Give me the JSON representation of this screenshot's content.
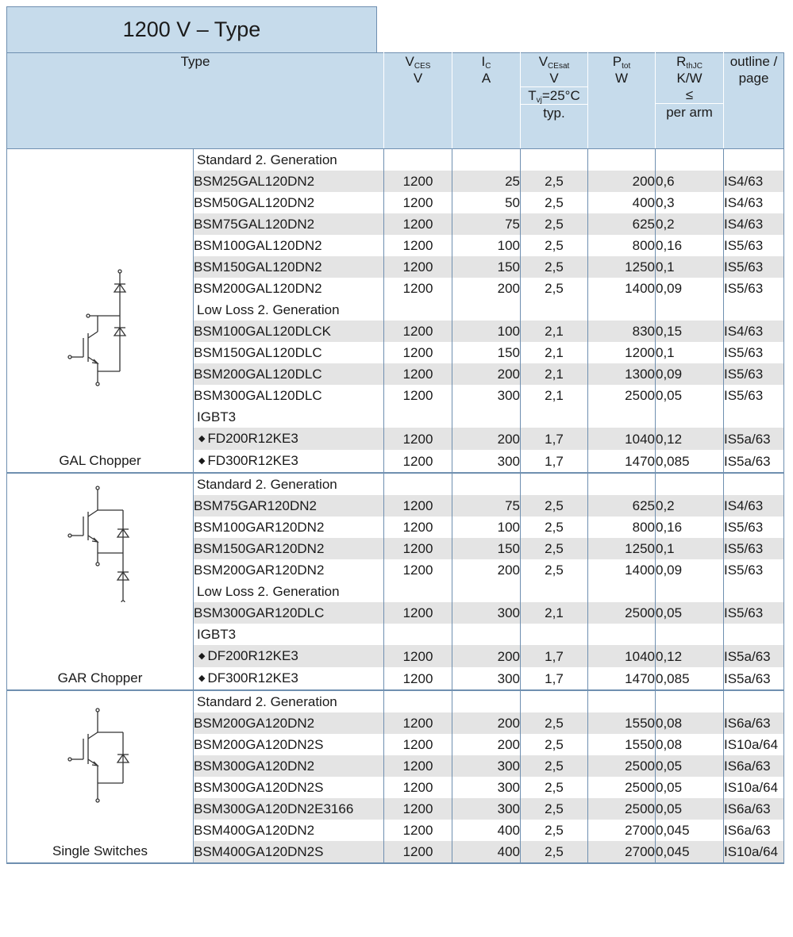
{
  "title": "1200 V – Type",
  "header": {
    "type": "Type",
    "vces": {
      "sym": "V",
      "sub": "CES",
      "unit": "V"
    },
    "ic": {
      "sym": "I",
      "sub": "C",
      "unit": "A"
    },
    "vcesat": {
      "sym": "V",
      "sub": "CEsat",
      "unit": "V",
      "cond_sym": "T",
      "cond_sub": "vj",
      "cond_val": "=25°C",
      "note": "typ."
    },
    "ptot": {
      "sym": "P",
      "sub": "tot",
      "unit": "W"
    },
    "rthjc": {
      "sym": "R",
      "sub": "thJC",
      "unit": "K/W",
      "le": "≤",
      "note": "per arm"
    },
    "outline": "outline /",
    "page": "page"
  },
  "groups": [
    {
      "label": "GAL Chopper",
      "icon": "gal-chopper-symbol-icon",
      "rows": [
        {
          "sub": "Standard 2. Generation"
        },
        {
          "name": "BSM25GAL120DN2",
          "v": "1200",
          "i": "25",
          "vc": "2,5",
          "p": "200",
          "r": "0,6",
          "o": "IS4/63"
        },
        {
          "name": "BSM50GAL120DN2",
          "v": "1200",
          "i": "50",
          "vc": "2,5",
          "p": "400",
          "r": "0,3",
          "o": "IS4/63"
        },
        {
          "name": "BSM75GAL120DN2",
          "v": "1200",
          "i": "75",
          "vc": "2,5",
          "p": "625",
          "r": "0,2",
          "o": "IS4/63"
        },
        {
          "name": "BSM100GAL120DN2",
          "v": "1200",
          "i": "100",
          "vc": "2,5",
          "p": "800",
          "r": "0,16",
          "o": "IS5/63"
        },
        {
          "name": "BSM150GAL120DN2",
          "v": "1200",
          "i": "150",
          "vc": "2,5",
          "p": "1250",
          "r": "0,1",
          "o": "IS5/63"
        },
        {
          "name": "BSM200GAL120DN2",
          "v": "1200",
          "i": "200",
          "vc": "2,5",
          "p": "1400",
          "r": "0,09",
          "o": "IS5/63"
        },
        {
          "sub": "Low Loss 2. Generation"
        },
        {
          "name": "BSM100GAL120DLCK",
          "v": "1200",
          "i": "100",
          "vc": "2,1",
          "p": "830",
          "r": "0,15",
          "o": "IS4/63"
        },
        {
          "name": "BSM150GAL120DLC",
          "v": "1200",
          "i": "150",
          "vc": "2,1",
          "p": "1200",
          "r": "0,1",
          "o": "IS5/63"
        },
        {
          "name": "BSM200GAL120DLC",
          "v": "1200",
          "i": "200",
          "vc": "2,1",
          "p": "1300",
          "r": "0,09",
          "o": "IS5/63"
        },
        {
          "name": "BSM300GAL120DLC",
          "v": "1200",
          "i": "300",
          "vc": "2,1",
          "p": "2500",
          "r": "0,05",
          "o": "IS5/63"
        },
        {
          "sub": "IGBT3"
        },
        {
          "name": "FD200R12KE3",
          "diamond": "◆",
          "v": "1200",
          "i": "200",
          "vc": "1,7",
          "p": "1040",
          "r": "0,12",
          "o": "IS5a/63"
        },
        {
          "name": "FD300R12KE3",
          "diamond": "◆",
          "v": "1200",
          "i": "300",
          "vc": "1,7",
          "p": "1470",
          "r": "0,085",
          "o": "IS5a/63"
        }
      ]
    },
    {
      "label": "GAR Chopper",
      "icon": "gar-chopper-symbol-icon",
      "rows": [
        {
          "sub": "Standard 2. Generation"
        },
        {
          "name": "BSM75GAR120DN2",
          "v": "1200",
          "i": "75",
          "vc": "2,5",
          "p": "625",
          "r": "0,2",
          "o": "IS4/63"
        },
        {
          "name": "BSM100GAR120DN2",
          "v": "1200",
          "i": "100",
          "vc": "2,5",
          "p": "800",
          "r": "0,16",
          "o": "IS5/63"
        },
        {
          "name": "BSM150GAR120DN2",
          "v": "1200",
          "i": "150",
          "vc": "2,5",
          "p": "1250",
          "r": "0,1",
          "o": "IS5/63"
        },
        {
          "name": "BSM200GAR120DN2",
          "v": "1200",
          "i": "200",
          "vc": "2,5",
          "p": "1400",
          "r": "0,09",
          "o": "IS5/63"
        },
        {
          "sub": "Low Loss 2. Generation"
        },
        {
          "name": "BSM300GAR120DLC",
          "v": "1200",
          "i": "300",
          "vc": "2,1",
          "p": "2500",
          "r": "0,05",
          "o": "IS5/63"
        },
        {
          "sub": "IGBT3"
        },
        {
          "name": "DF200R12KE3",
          "diamond": "◆",
          "v": "1200",
          "i": "200",
          "vc": "1,7",
          "p": "1040",
          "r": "0,12",
          "o": "IS5a/63"
        },
        {
          "name": "DF300R12KE3",
          "diamond": "◆",
          "v": "1200",
          "i": "300",
          "vc": "1,7",
          "p": "1470",
          "r": "0,085",
          "o": "IS5a/63"
        }
      ]
    },
    {
      "label": "Single Switches",
      "icon": "single-switch-symbol-icon",
      "rows": [
        {
          "sub": "Standard 2. Generation"
        },
        {
          "name": "BSM200GA120DN2",
          "v": "1200",
          "i": "200",
          "vc": "2,5",
          "p": "1550",
          "r": "0,08",
          "o": "IS6a/63"
        },
        {
          "name": "BSM200GA120DN2S",
          "v": "1200",
          "i": "200",
          "vc": "2,5",
          "p": "1550",
          "r": "0,08",
          "o": "IS10a/64"
        },
        {
          "name": "BSM300GA120DN2",
          "v": "1200",
          "i": "300",
          "vc": "2,5",
          "p": "2500",
          "r": "0,05",
          "o": "IS6a/63"
        },
        {
          "name": "BSM300GA120DN2S",
          "v": "1200",
          "i": "300",
          "vc": "2,5",
          "p": "2500",
          "r": "0,05",
          "o": "IS10a/64"
        },
        {
          "name": "BSM300GA120DN2E3166",
          "v": "1200",
          "i": "300",
          "vc": "2,5",
          "p": "2500",
          "r": "0,05",
          "o": "IS6a/63"
        },
        {
          "name": "BSM400GA120DN2",
          "v": "1200",
          "i": "400",
          "vc": "2,5",
          "p": "2700",
          "r": "0,045",
          "o": "IS6a/63"
        },
        {
          "name": "BSM400GA120DN2S",
          "v": "1200",
          "i": "400",
          "vc": "2,5",
          "p": "2700",
          "r": "0,045",
          "o": "IS10a/64"
        }
      ]
    }
  ],
  "colors": {
    "header_fill": "#c6dbeb",
    "zebra": "#e4e4e4",
    "rule": "#6f8fb0"
  }
}
